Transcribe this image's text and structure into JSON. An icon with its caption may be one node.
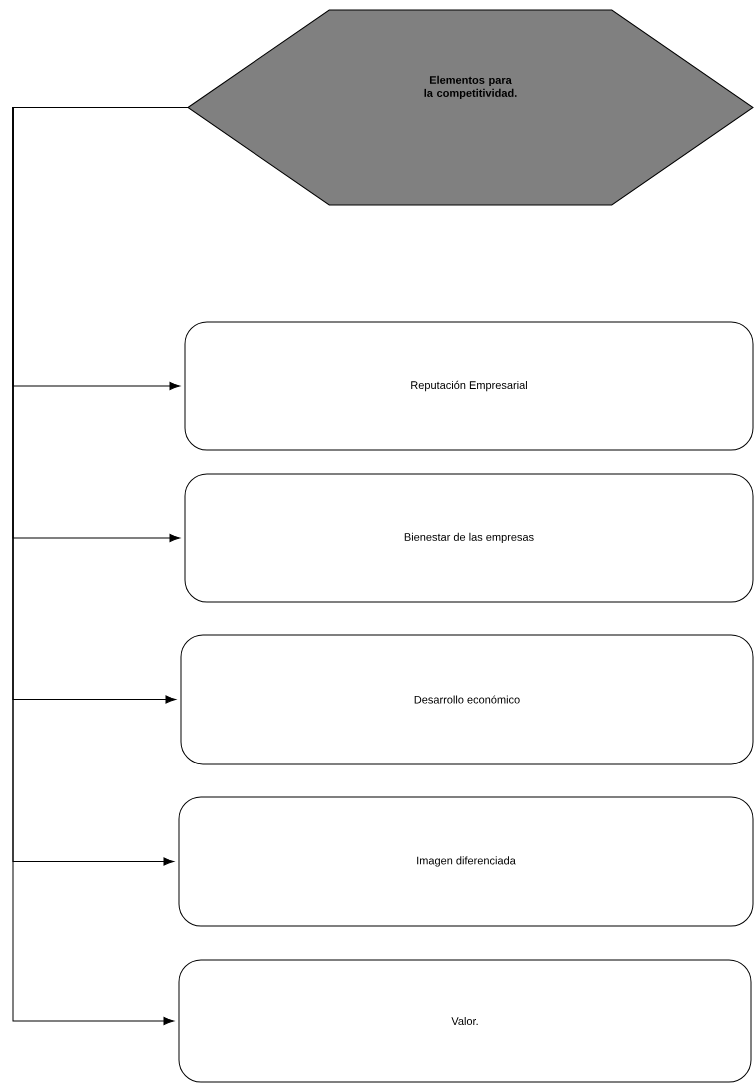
{
  "diagram": {
    "nodes": [
      {
        "text": [
          "Elementos para la competitividad."
        ]
      },
      {
        "text": [
          "Reputación Empresarial"
        ]
      },
      {
        "text": [
          "Bienestar de las empresas"
        ]
      },
      {
        "text": [
          "Desarrollo económico"
        ]
      },
      {
        "text": [
          "Imagen diferenciada"
        ]
      },
      {
        "text": [
          "Valor."
        ]
      }
    ],
    "edges": [
      {
        "from": 0,
        "to": 1,
        "arrow": "to"
      },
      {
        "from": 0,
        "to": 2,
        "arrow": "to"
      },
      {
        "from": 0,
        "to": 3,
        "arrow": "to"
      },
      {
        "from": 0,
        "to": 4,
        "arrow": "to"
      },
      {
        "from": 0,
        "to": 5,
        "arrow": "to"
      }
    ]
  }
}
